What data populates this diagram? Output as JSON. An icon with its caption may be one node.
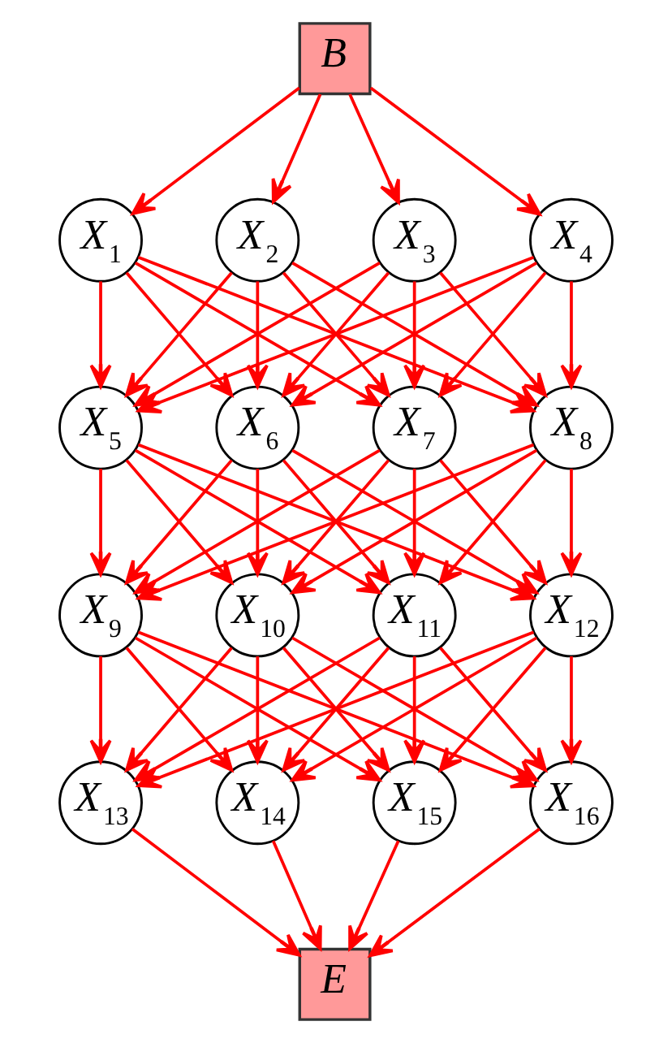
{
  "diagram": {
    "nodes": [
      {
        "text": [
          "*B*"
        ]
      },
      {
        "text": [
          "*X*$_{1}$"
        ]
      },
      {
        "text": [
          "*X*$_{2}$"
        ]
      },
      {
        "text": [
          "*X*$_{3}$"
        ]
      },
      {
        "text": [
          "*X*$_{4}$"
        ]
      },
      {
        "text": [
          "*X*$_{5}$"
        ]
      },
      {
        "text": [
          "*X*$_{6}$"
        ]
      },
      {
        "text": [
          "*X*$_{7}$"
        ]
      },
      {
        "text": [
          "*X*$_{8}$"
        ]
      },
      {
        "text": [
          "*X*$_{9}$"
        ]
      },
      {
        "text": [
          "*X*$_{10}$"
        ]
      },
      {
        "text": [
          "*X*$_{11}$"
        ]
      },
      {
        "text": [
          "*X*$_{12}$"
        ]
      },
      {
        "text": [
          "*X*$_{13}$"
        ]
      },
      {
        "text": [
          "*X*$_{14}$"
        ]
      },
      {
        "text": [
          "*X*$_{15}$"
        ]
      },
      {
        "text": [
          "*X*$_{16}$"
        ]
      },
      {
        "text": [
          "*E*"
        ]
      }
    ],
    "edges": [
      {
        "from": 0,
        "to": 1,
        "arrow": "to"
      },
      {
        "from": 0,
        "to": 2,
        "arrow": "to"
      },
      {
        "from": 0,
        "to": 3,
        "arrow": "to"
      },
      {
        "from": 0,
        "to": 4,
        "arrow": "to"
      },
      {
        "from": 1,
        "to": 5,
        "arrow": "to"
      },
      {
        "from": 1,
        "to": 6,
        "arrow": "to"
      },
      {
        "from": 1,
        "to": 7,
        "arrow": "to"
      },
      {
        "from": 1,
        "to": 8,
        "arrow": "to"
      },
      {
        "from": 2,
        "to": 5,
        "arrow": "to"
      },
      {
        "from": 2,
        "to": 6,
        "arrow": "to"
      },
      {
        "from": 2,
        "to": 7,
        "arrow": "to"
      },
      {
        "from": 2,
        "to": 8,
        "arrow": "to"
      },
      {
        "from": 3,
        "to": 5,
        "arrow": "to"
      },
      {
        "from": 3,
        "to": 6,
        "arrow": "to"
      },
      {
        "from": 3,
        "to": 7,
        "arrow": "to"
      },
      {
        "from": 3,
        "to": 8,
        "arrow": "to"
      },
      {
        "from": 4,
        "to": 5,
        "arrow": "to"
      },
      {
        "from": 4,
        "to": 6,
        "arrow": "to"
      },
      {
        "from": 4,
        "to": 7,
        "arrow": "to"
      },
      {
        "from": 4,
        "to": 8,
        "arrow": "to"
      },
      {
        "from": 5,
        "to": 9,
        "arrow": "to"
      },
      {
        "from": 5,
        "to": 10,
        "arrow": "to"
      },
      {
        "from": 5,
        "to": 11,
        "arrow": "to"
      },
      {
        "from": 5,
        "to": 12,
        "arrow": "to"
      },
      {
        "from": 6,
        "to": 9,
        "arrow": "to"
      },
      {
        "from": 6,
        "to": 10,
        "arrow": "to"
      },
      {
        "from": 6,
        "to": 11,
        "arrow": "to"
      },
      {
        "from": 6,
        "to": 12,
        "arrow": "to"
      },
      {
        "from": 7,
        "to": 9,
        "arrow": "to"
      },
      {
        "from": 7,
        "to": 10,
        "arrow": "to"
      },
      {
        "from": 7,
        "to": 11,
        "arrow": "to"
      },
      {
        "from": 7,
        "to": 12,
        "arrow": "to"
      },
      {
        "from": 8,
        "to": 9,
        "arrow": "to"
      },
      {
        "from": 8,
        "to": 10,
        "arrow": "to"
      },
      {
        "from": 8,
        "to": 11,
        "arrow": "to"
      },
      {
        "from": 8,
        "to": 12,
        "arrow": "to"
      },
      {
        "from": 9,
        "to": 13,
        "arrow": "to"
      },
      {
        "from": 9,
        "to": 14,
        "arrow": "to"
      },
      {
        "from": 9,
        "to": 15,
        "arrow": "to"
      },
      {
        "from": 9,
        "to": 16,
        "arrow": "to"
      },
      {
        "from": 10,
        "to": 13,
        "arrow": "to"
      },
      {
        "from": 10,
        "to": 14,
        "arrow": "to"
      },
      {
        "from": 10,
        "to": 15,
        "arrow": "to"
      },
      {
        "from": 10,
        "to": 16,
        "arrow": "to"
      },
      {
        "from": 11,
        "to": 13,
        "arrow": "to"
      },
      {
        "from": 11,
        "to": 14,
        "arrow": "to"
      },
      {
        "from": 11,
        "to": 15,
        "arrow": "to"
      },
      {
        "from": 11,
        "to": 16,
        "arrow": "to"
      },
      {
        "from": 12,
        "to": 13,
        "arrow": "to"
      },
      {
        "from": 12,
        "to": 14,
        "arrow": "to"
      },
      {
        "from": 12,
        "to": 15,
        "arrow": "to"
      },
      {
        "from": 12,
        "to": 16,
        "arrow": "to"
      },
      {
        "from": 13,
        "to": 17,
        "arrow": "to"
      },
      {
        "from": 14,
        "to": 17,
        "arrow": "to"
      },
      {
        "from": 15,
        "to": 17,
        "arrow": "to"
      },
      {
        "from": 16,
        "to": 17,
        "arrow": "to"
      }
    ]
  }
}
